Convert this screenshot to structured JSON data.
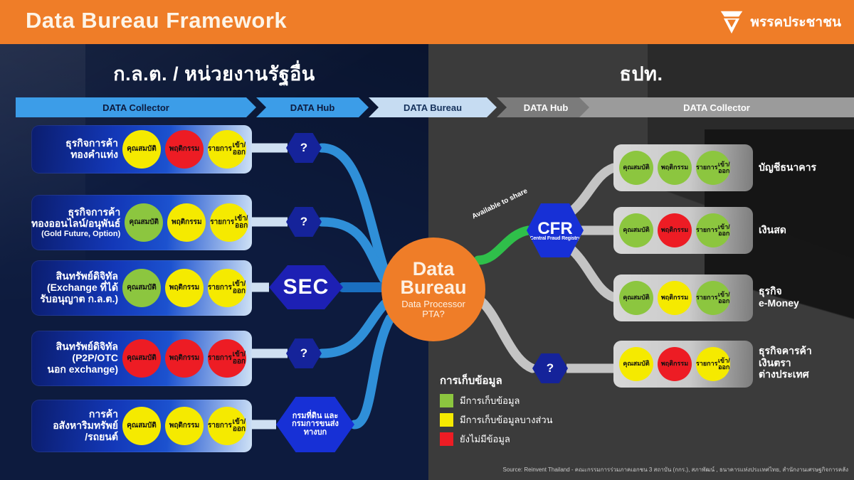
{
  "header": {
    "title": "Data Bureau Framework",
    "logo_icon": "party-triangle-logo-icon",
    "logo_text": "พรรคประชาชน",
    "accent_color": "#ef7d28"
  },
  "sides": {
    "left_title": "ก.ล.ต. / หน่วยงานรัฐอื่น",
    "right_title": "ธปท.",
    "left_bg": "#0d1b3e",
    "right_bg": "#3b3b3b"
  },
  "banner": [
    {
      "label": "DATA Collector",
      "bg": "#3c9de8",
      "color": "#0d1b3e",
      "shape": "first"
    },
    {
      "label": "DATA Hub",
      "bg": "#3c9de8",
      "color": "#0d1b3e",
      "shape": "mid"
    },
    {
      "label": "DATA Bureau",
      "bg": "#c6dcf2",
      "color": "#16325c",
      "shape": "mid"
    },
    {
      "label": "DATA Hub",
      "bg": "#7b7b7b",
      "color": "#ffffff",
      "shape": "mid"
    },
    {
      "label": "DATA Collector",
      "bg": "#9b9b9b",
      "color": "#ffffff",
      "shape": "last"
    }
  ],
  "dot_labels": {
    "attribute": "คุณสมบัติ",
    "behavior": "พฤติกรรม",
    "transaction_line1": "รายการ",
    "transaction_line2": "เข้า/ออก"
  },
  "colors": {
    "green": "#8cc63f",
    "yellow": "#f5ea00",
    "red": "#ed1c24",
    "node_blue": "#1730d6",
    "wire_blue": "#3c9de8",
    "wire_light": "#cfe0f2",
    "wire_gray": "#c4c4c4",
    "wire_green": "#2fbf4a"
  },
  "left_rows": [
    {
      "label_lines": [
        "ธุรกิจการค้า",
        "ทองคำแท่ง"
      ],
      "sub_lines": [],
      "dots": [
        "yellow",
        "red",
        "yellow"
      ]
    },
    {
      "label_lines": [
        "ธุรกิจการค้า",
        "ทองออนไลน์/อนุพันธ์"
      ],
      "sub_lines": [
        "(Gold Future, Option)"
      ],
      "dots": [
        "green",
        "yellow",
        "yellow"
      ]
    },
    {
      "label_lines": [
        "สินทรัพย์ดิจิทัล",
        "(Exchange ที่ได้",
        "รับอนุญาต ก.ล.ต.)"
      ],
      "sub_lines": [],
      "dots": [
        "green",
        "yellow",
        "yellow"
      ]
    },
    {
      "label_lines": [
        "สินทรัพย์ดิจิทัล",
        "(P2P/OTC",
        "นอก exchange)"
      ],
      "sub_lines": [],
      "dots": [
        "red",
        "red",
        "red"
      ]
    },
    {
      "label_lines": [
        "การค้า",
        "อสังหาริมทรัพย์",
        "/รถยนต์"
      ],
      "sub_lines": [],
      "dots": [
        "yellow",
        "yellow",
        "yellow"
      ]
    }
  ],
  "right_rows": [
    {
      "label_lines": [
        "บัญชีธนาคาร"
      ],
      "dots": [
        "green",
        "green",
        "green"
      ]
    },
    {
      "label_lines": [
        "เงินสด"
      ],
      "dots": [
        "green",
        "red",
        "green"
      ]
    },
    {
      "label_lines": [
        "ธุรกิจ",
        "e-Money"
      ],
      "dots": [
        "green",
        "yellow",
        "green"
      ]
    },
    {
      "label_lines": [
        "ธุรกิจคารค้า",
        "เงินตรา",
        "ต่างประเทศ"
      ],
      "dots": [
        "yellow",
        "red",
        "yellow"
      ]
    }
  ],
  "nodes": {
    "sec": "SEC",
    "question": "?",
    "land": [
      "กรมที่ดิน และ",
      "กรมการขนส่ง",
      "ทางบก"
    ],
    "cfr_title": "CFR",
    "cfr_sub": "(Central Fraud Registry)",
    "share_label": "Available to share"
  },
  "bureau": {
    "line1": "Data",
    "line2": "Bureau",
    "line3": "Data Processor",
    "line4": "PTA?"
  },
  "legend": {
    "title": "การเก็บข้อมูล",
    "items": [
      {
        "color": "#8cc63f",
        "label": "มีการเก็บข้อมูล"
      },
      {
        "color": "#f5ea00",
        "label": "มีการเก็บข้อมูลบางส่วน"
      },
      {
        "color": "#ed1c24",
        "label": "ยังไม่มีข้อมูล"
      }
    ]
  },
  "source": "Source:  Reinvent Thailand - คณะกรรมการร่วมภาคเอกชน 3 สถาบัน (กกร.), สภาพัฒน์ , ธนาคารแห่งประเทศไทย, สำนักงานเศรษฐกิจการคลัง"
}
